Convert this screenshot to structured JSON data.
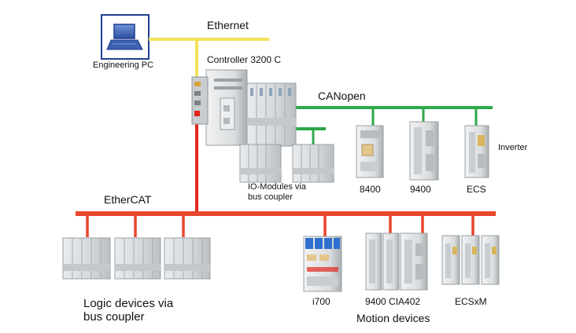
{
  "colors": {
    "ethernet": "#f2e25a",
    "canopen": "#2da84a",
    "ethercat": "#e8462d",
    "controller_link": "#e2261e",
    "pc_blue": "#1f3f8f",
    "module_grey": "#d6dadc",
    "module_accent": "#2f6fd0"
  },
  "labels": {
    "ethernet": "Ethernet",
    "engineering_pc": "Engineering PC",
    "controller": "Controller 3200 C",
    "canopen": "CANopen",
    "inverter": "Inverter",
    "io_modules": "IO-Modules via\nbus coupler",
    "dev_8400": "8400",
    "dev_9400": "9400",
    "dev_ecs": "ECS",
    "ethercat": "EtherCAT",
    "logic_devices": "Logic devices via\nbus coupler",
    "dev_i700": "i700",
    "dev_9400_cia402": "9400 CIA402",
    "dev_ecsxm": "ECSxM",
    "motion_devices": "Motion devices"
  },
  "icons": {
    "pc": "laptop-icon",
    "controller": "controller-icon",
    "io_module": "io-module-icon",
    "drive": "drive-icon"
  }
}
